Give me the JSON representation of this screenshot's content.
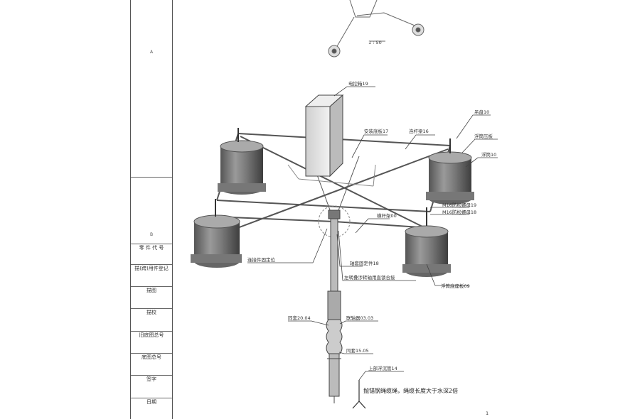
{
  "sidebar": {
    "zone_a": "A",
    "zone_b": "B",
    "rows": [
      "零 件 代 号",
      "描(跨)用件登记",
      "描图",
      "描校",
      "旧底图总号",
      "底图总号",
      "签字",
      "日期"
    ]
  },
  "drawing": {
    "top_view_label": "1 : 50",
    "labels": {
      "elec_box": "电控箱19",
      "fixed_plate": "安装底板17",
      "arm_beam": "连杆梁16",
      "tray": "吊盘10",
      "float_cover": "浮筒压板",
      "float": "浮筒10",
      "bolt1": "M16防松螺母19",
      "bolt2": "M16防松螺母18",
      "main_beam": "横杆架00",
      "hinge": "连接件固定位",
      "shaft_fix": "轴套固定件18",
      "drive_link": "左转叠涉转轴用直锁合接",
      "float_base": "浮筒底座板09",
      "seal_ring": "同套20.04",
      "coupling": "联轴器03.03",
      "sleeve": "同套15.05",
      "anchor": "上部浮沉管14",
      "note_text": "抛锚钢绳缆绳，绳缆长度大于水深2倍",
      "page_mark": "1"
    }
  }
}
